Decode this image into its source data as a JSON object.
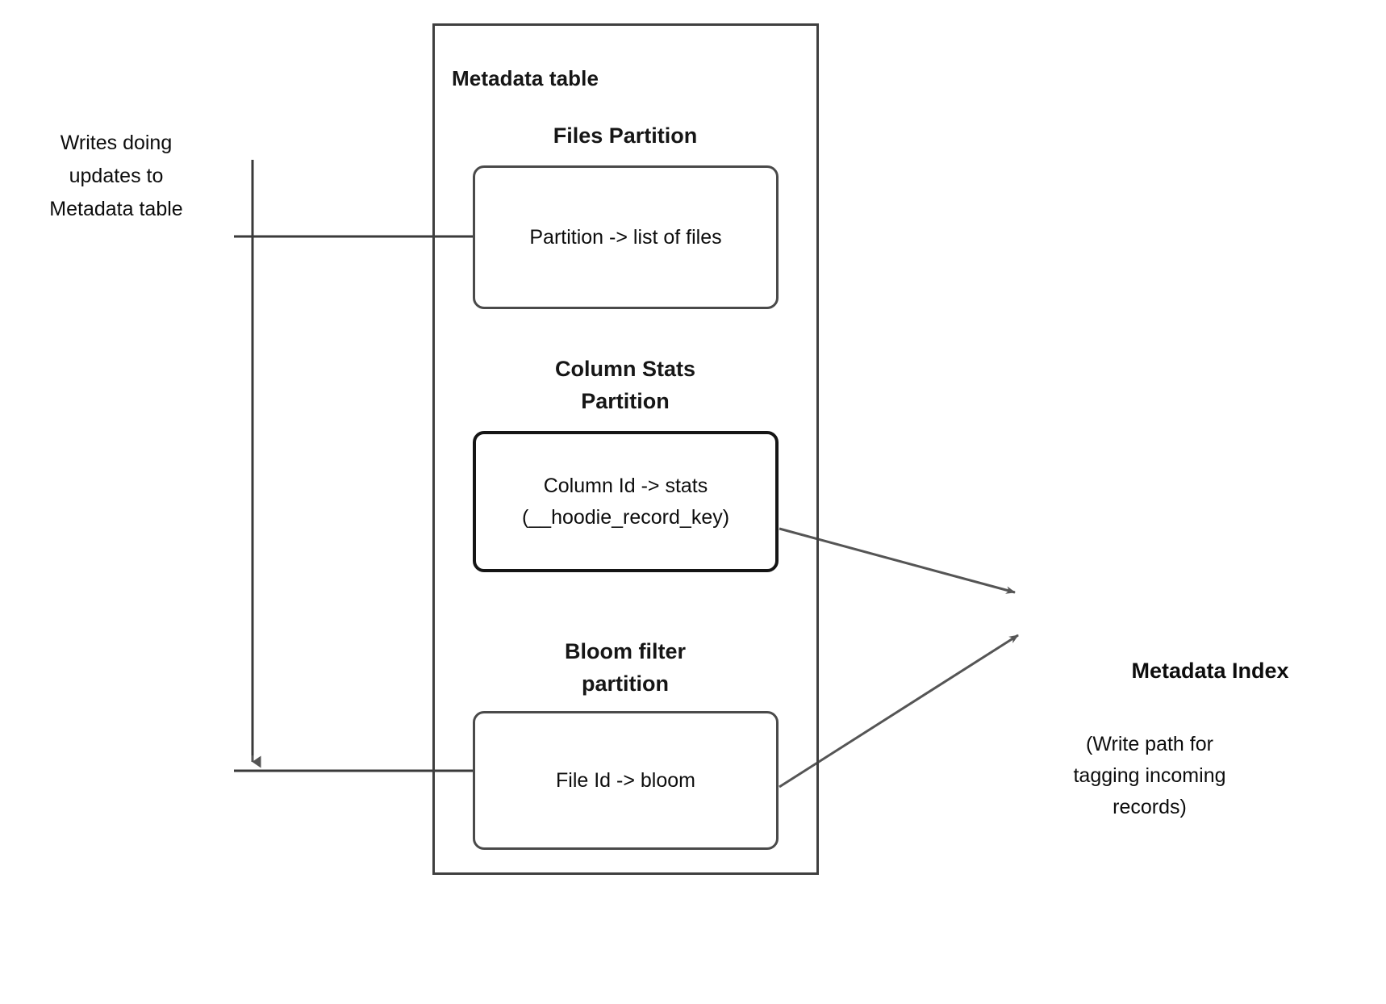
{
  "diagram": {
    "container": {
      "title": "Metadata table"
    },
    "partitions": [
      {
        "name": "files-partition",
        "title": "Files Partition",
        "box_text": "Partition -> list of files"
      },
      {
        "name": "column-stats-partition",
        "title": "Column Stats\nPartition",
        "box_text": "Column Id  -> stats\n(__hoodie_record_key)"
      },
      {
        "name": "bloom-filter-partition",
        "title": "Bloom filter\npartition",
        "box_text": "File Id -> bloom"
      }
    ],
    "left_label": "Writes doing\nupdates to\nMetadata table",
    "right_label": {
      "title": "Metadata Index",
      "caption": "(Write path for\ntagging incoming\nrecords)"
    },
    "colors": {
      "stroke": "#4a4a4a",
      "strong_stroke": "#151515",
      "text": "#0d0d0d",
      "arrow_fill": "#555555",
      "background": "#ffffff"
    },
    "connectors": [
      {
        "name": "writes-to-files-partition",
        "kind": "orthogonal",
        "arrowhead": false
      },
      {
        "name": "writes-to-bloom-partition",
        "kind": "orthogonal",
        "arrowhead": true
      },
      {
        "name": "column-stats-to-metadata-index",
        "kind": "diagonal",
        "arrowhead": true
      },
      {
        "name": "bloom-to-metadata-index",
        "kind": "diagonal",
        "arrowhead": true
      }
    ]
  }
}
